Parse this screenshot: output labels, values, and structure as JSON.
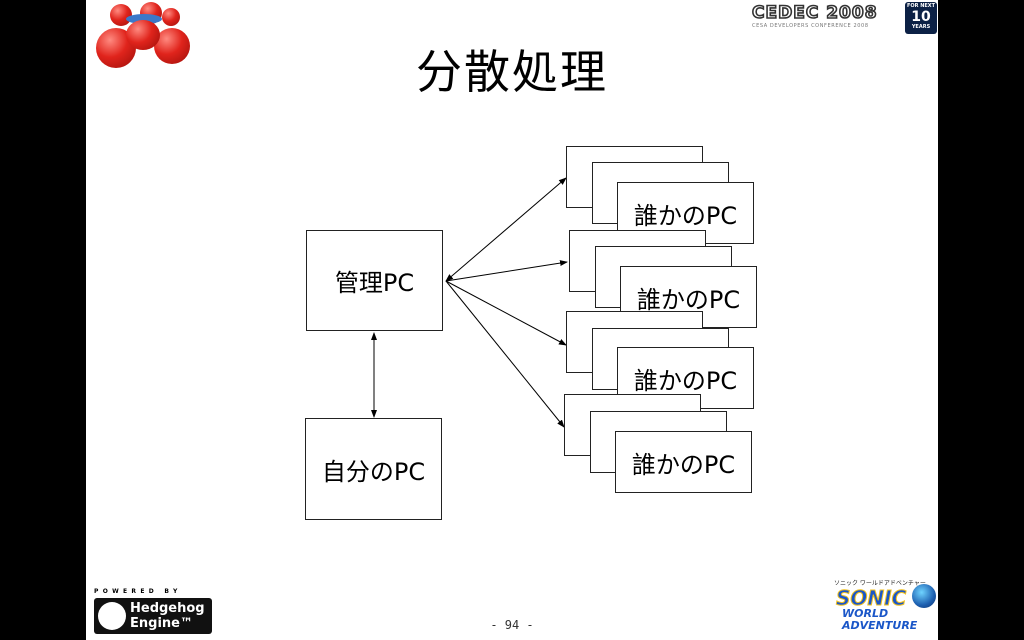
{
  "slide": {
    "title": "分散処理",
    "page_number": "- 94 -"
  },
  "diagram": {
    "manager_pc": "管理PC",
    "my_pc": "自分のPC",
    "worker_pcs": [
      "誰かのPC",
      "誰かのPC",
      "誰かのPC",
      "誰かのPC"
    ]
  },
  "logos": {
    "cedec_word": "CEDEC 2008",
    "cedec_sub": "CESA DEVELOPERS CONFERENCE 2008",
    "tenyears_top": "FOR NEXT",
    "tenyears_num": "10",
    "tenyears_bottom": "YEARS",
    "powered_by": "POWERED BY",
    "engine_line1": "Hedgehog",
    "engine_line2": "Engine™",
    "sonic_jp": "ソニック ワールドアドベンチャー",
    "sonic_word": "SONIC",
    "sonic_sub1": "WORLD",
    "sonic_sub2": "ADVENTURE"
  },
  "icons": [
    "cedec-logo",
    "ten-years-badge",
    "hedgehog-engine-logo",
    "sonic-world-adventure-logo",
    "red-balls-logo"
  ]
}
